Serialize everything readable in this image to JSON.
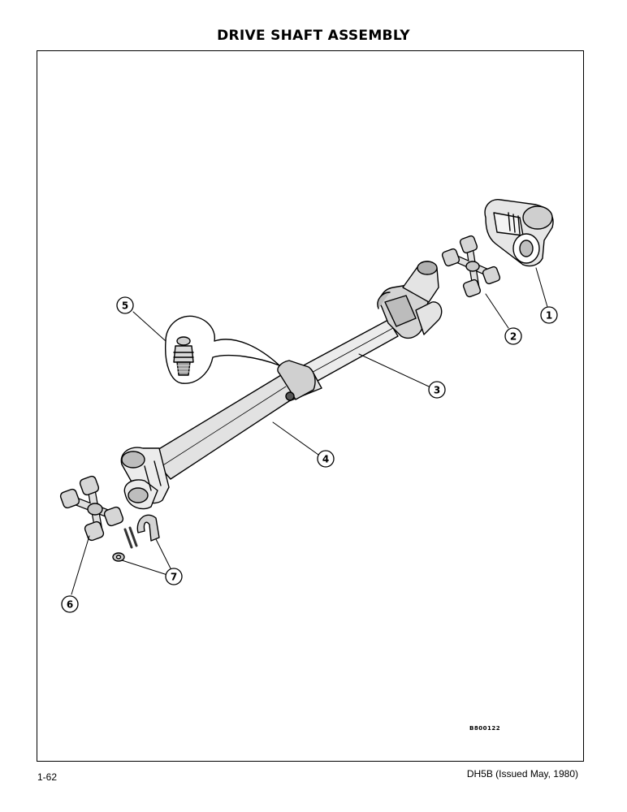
{
  "page": {
    "title": "DRIVE SHAFT ASSEMBLY",
    "page_number": "1-62",
    "manual_ref": "DH5B (Issued May, 1980)"
  },
  "figure": {
    "figure_number": "B800122",
    "callouts": [
      "1",
      "2",
      "3",
      "4",
      "5",
      "6",
      "7"
    ]
  },
  "colors": {
    "ink": "#000000",
    "paper": "#ffffff",
    "shade": "#d9d9d9",
    "shade_dark": "#b5b5b5"
  }
}
